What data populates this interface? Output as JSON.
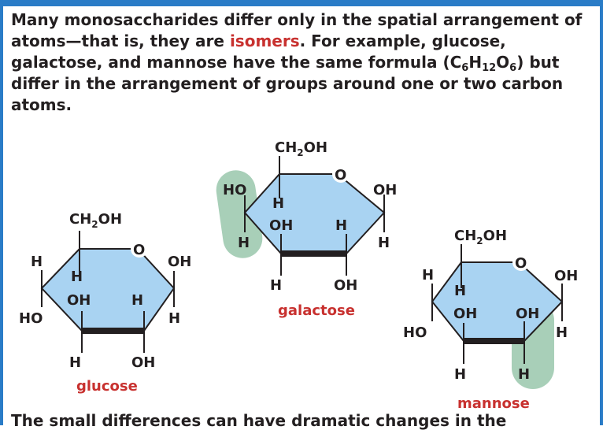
{
  "caption": {
    "part1": "Many monosaccharides differ only in the spatial arrangement of atoms—that is, they are ",
    "highlight": "isomers",
    "part2": ". For example, glucose, galactose, and mannose have the same formula (C",
    "sub_c": "6",
    "formula_h": "H",
    "sub_h": "12",
    "formula_o": "O",
    "sub_o": "6",
    "part3": ") but differ in the arrangement of groups around one or two carbon atoms."
  },
  "cutoff_text": "The small differences can have dramatic changes in the",
  "labels": {
    "ch2oh_ch": "CH",
    "ch2oh_sub": "2",
    "ch2oh_oh": "OH",
    "ring_o": "O",
    "h": "H",
    "oh": "OH",
    "ho": "HO"
  },
  "molecules": {
    "glucose": "glucose",
    "galactose": "galactose",
    "mannose": "mannose"
  },
  "colors": {
    "frame": "#2a7cc7",
    "ring_fill": "#a9d3f2",
    "highlight_fill": "#a8cfb8",
    "accent_text": "#c8312f",
    "text": "#231f20"
  }
}
